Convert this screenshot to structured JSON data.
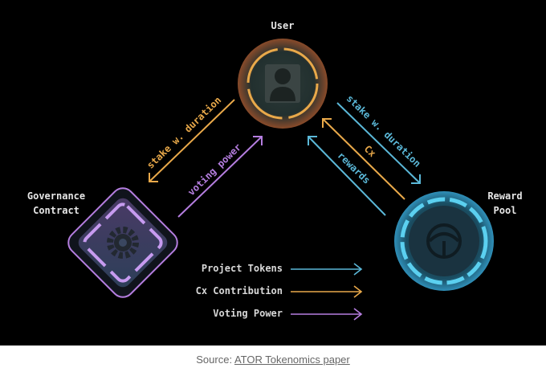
{
  "nodes": {
    "user": "User",
    "governance_line1": "Governance",
    "governance_line2": "Contract",
    "reward_line1": "Reward",
    "reward_line2": "Pool"
  },
  "edges": {
    "stake_to_governance": "stake w. duration",
    "voting_power": "voting power",
    "stake_to_reward": "stake w. duration",
    "cx": "Cx",
    "rewards": "rewards"
  },
  "legend": [
    {
      "label": "Project Tokens",
      "color": "#5bb8d8"
    },
    {
      "label": "Cx Contribution",
      "color": "#e9a94a"
    },
    {
      "label": "Voting Power",
      "color": "#b57ee0"
    }
  ],
  "colors": {
    "token": "#5bb8d8",
    "cx": "#e9a94a",
    "voting": "#b57ee0"
  },
  "caption": {
    "prefix": "Source: ",
    "link_text": "ATOR Tokenomics paper"
  }
}
